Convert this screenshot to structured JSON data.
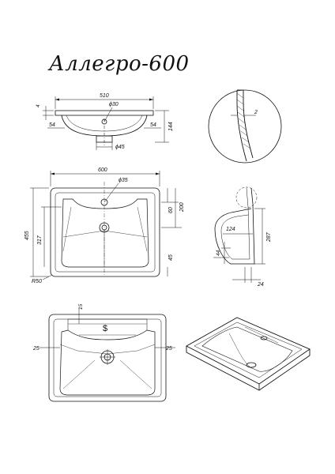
{
  "title": "Аллегро-600",
  "views": {
    "front": {
      "width": "510",
      "drain_dia": "ϕ30",
      "rim": "4",
      "side_left": "54",
      "side_right": "54",
      "height": "144",
      "outlet_dia": "ϕ45"
    },
    "detail_a": {
      "thickness": "2"
    },
    "top": {
      "width": "600",
      "tap_hole": "ϕ35",
      "depth": "455",
      "inner_depth": "317",
      "tap_offset": "60",
      "drain_offset": "200",
      "lower_margin": "45",
      "corner_radius": "R50"
    },
    "section": {
      "inner_depth": "124",
      "height": "287",
      "lip": "44",
      "foot": "24"
    },
    "bottom": {
      "top_margin": "15",
      "side_left": "25",
      "side_right": "25",
      "mark": "$"
    }
  }
}
